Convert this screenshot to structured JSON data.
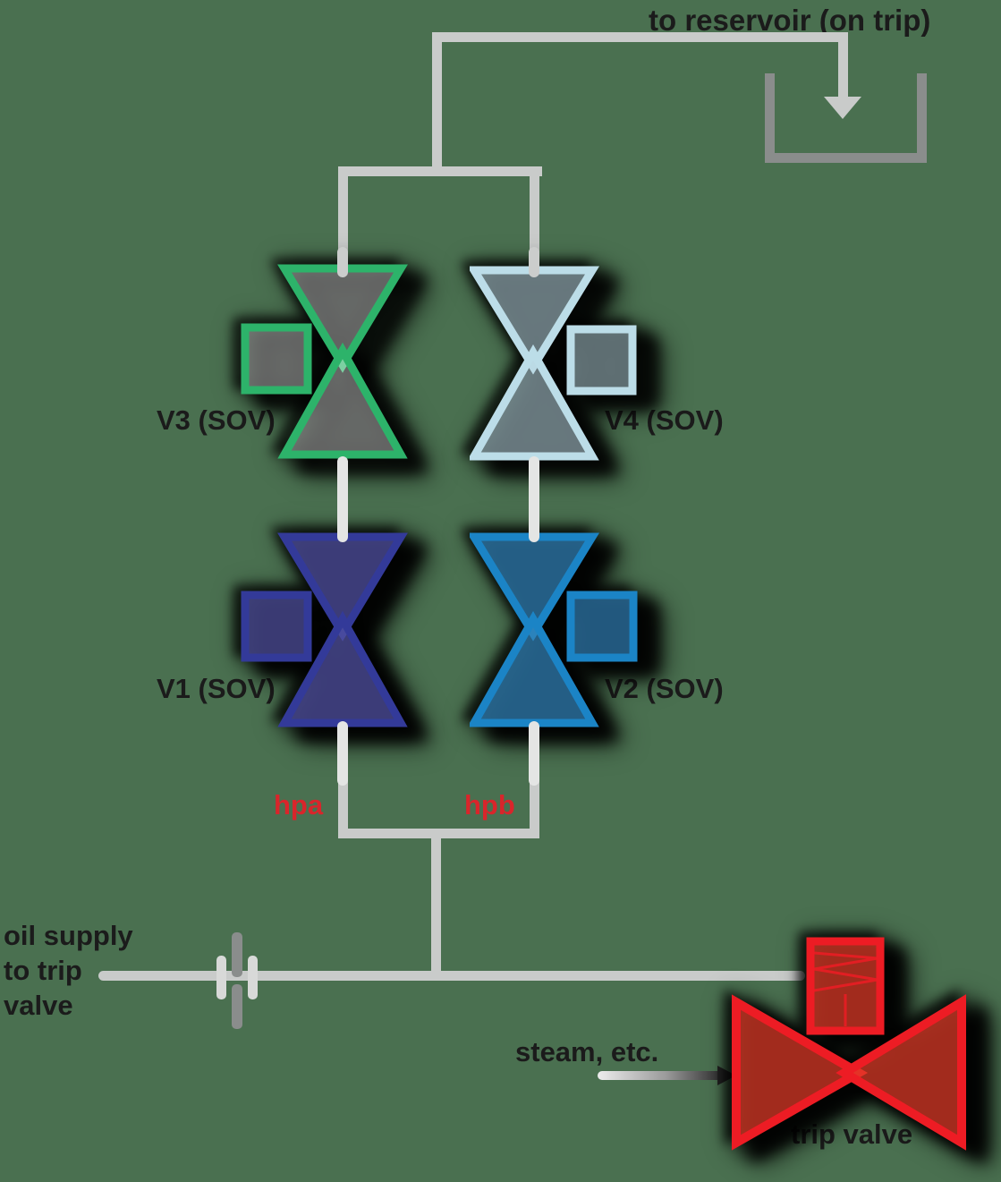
{
  "labels": {
    "to_reservoir": "to reservoir (on trip)",
    "hpa": "hpa",
    "hpb": "hpb",
    "oil_supply": [
      "oil supply",
      "to trip",
      "valve"
    ],
    "steam": "steam, etc.",
    "trip_valve": "trip valve"
  },
  "valves": {
    "v1": {
      "label": "V1 (SOV)",
      "type": "solenoid-operated-valve"
    },
    "v2": {
      "label": "V2 (SOV)",
      "type": "solenoid-operated-valve"
    },
    "v3": {
      "label": "V3 (SOV)",
      "type": "solenoid-operated-valve"
    },
    "v4": {
      "label": "V4 (SOV)",
      "type": "solenoid-operated-valve"
    },
    "trip": {
      "label": "trip valve",
      "type": "trip-valve-with-spring-actuator"
    }
  },
  "colors": {
    "background": "#4a7050",
    "pipe": "#c9cbca",
    "pipe_dark": "#8a8d8c",
    "stub": "#e4e5e4",
    "text": "#1b1b1b",
    "hp_label_red": "#d9252b",
    "trip_red": "#ed1c24",
    "v1": "#333a99",
    "v2": "#1b84c6",
    "v3": "#2db36a",
    "v4": "#bcdde8"
  }
}
